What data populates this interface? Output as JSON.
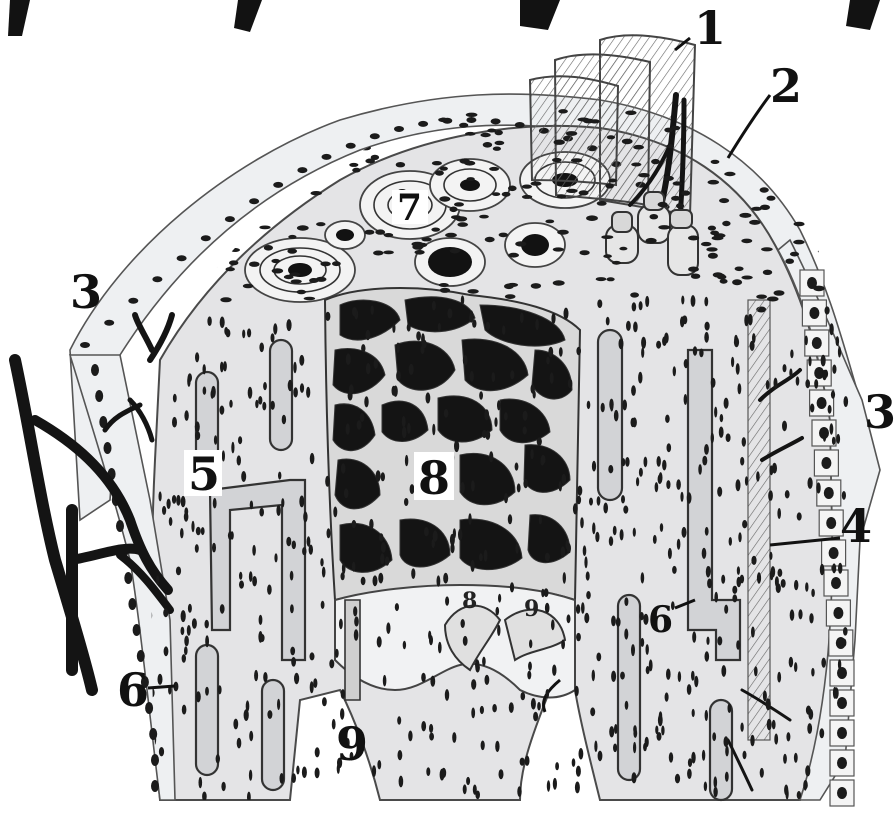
{
  "diagram": {
    "labels": {
      "n1": "1",
      "n2": "2",
      "n3_left": "3",
      "n3_right": "3",
      "n4": "4",
      "n5": "5",
      "n6_left": "6",
      "n6_right": "6",
      "n7": "7",
      "n8": "8",
      "n9_bottom": "9",
      "n8_small": "8",
      "n9_small": "9"
    },
    "colors": {
      "bone_fill": "#e4e4e6",
      "ink": "#111111",
      "canal_fill": "#d2d3d6"
    }
  }
}
